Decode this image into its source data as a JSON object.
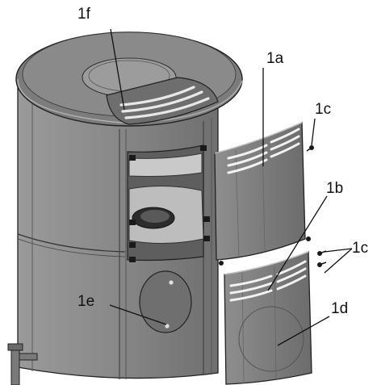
{
  "labels": {
    "l1f": "1f",
    "l1a": "1a",
    "l1c_top": "1c",
    "l1b": "1b",
    "l1c_mid": "1c",
    "l1e": "1e",
    "l1d": "1d"
  },
  "colors": {
    "line": "#111111",
    "body_fill": "#8d8d8d",
    "top_fill": "#7a7a7a",
    "panel_fill": "#828282",
    "interior": "#c8c8c8",
    "background": "#ffffff"
  }
}
